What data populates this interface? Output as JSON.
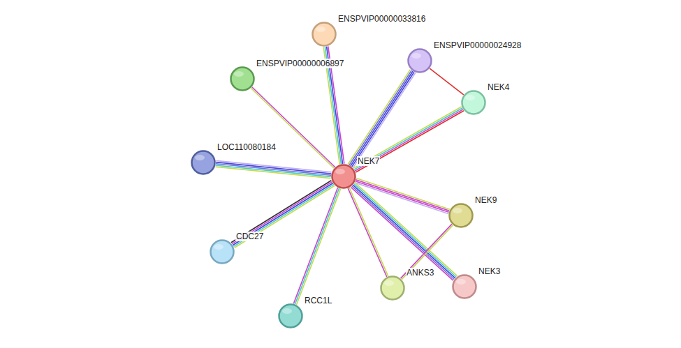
{
  "diagram": {
    "nodes": [
      {
        "text": [
          "ENSPVIP00000033816"
        ]
      },
      {
        "text": [
          "ENSPVIP00000024928"
        ]
      },
      {
        "text": [
          "ENSPVIP00000006897"
        ]
      },
      {
        "text": [
          "NEK4"
        ]
      },
      {
        "text": [
          "LOC110080184"
        ]
      },
      {
        "text": [
          "NEK7"
        ]
      },
      {
        "text": [
          "NEK9"
        ]
      },
      {
        "text": [
          "CDC27"
        ]
      },
      {
        "text": [
          "ANKS3"
        ]
      },
      {
        "text": [
          "NEK3"
        ]
      },
      {
        "text": [
          "RCC1L"
        ]
      }
    ],
    "edges": [
      {
        "from": 5,
        "to": 0,
        "arrow": "none"
      },
      {
        "from": 5,
        "to": 1,
        "arrow": "none"
      },
      {
        "from": 5,
        "to": 2,
        "arrow": "none"
      },
      {
        "from": 5,
        "to": 3,
        "arrow": "none"
      },
      {
        "from": 5,
        "to": 4,
        "arrow": "none"
      },
      {
        "from": 5,
        "to": 6,
        "arrow": "none"
      },
      {
        "from": 5,
        "to": 7,
        "arrow": "none"
      },
      {
        "from": 5,
        "to": 8,
        "arrow": "none"
      },
      {
        "from": 5,
        "to": 9,
        "arrow": "none"
      },
      {
        "from": 5,
        "to": 10,
        "arrow": "none"
      },
      {
        "from": 1,
        "to": 3,
        "arrow": "none"
      },
      {
        "from": 6,
        "to": 8,
        "arrow": "none"
      }
    ]
  }
}
